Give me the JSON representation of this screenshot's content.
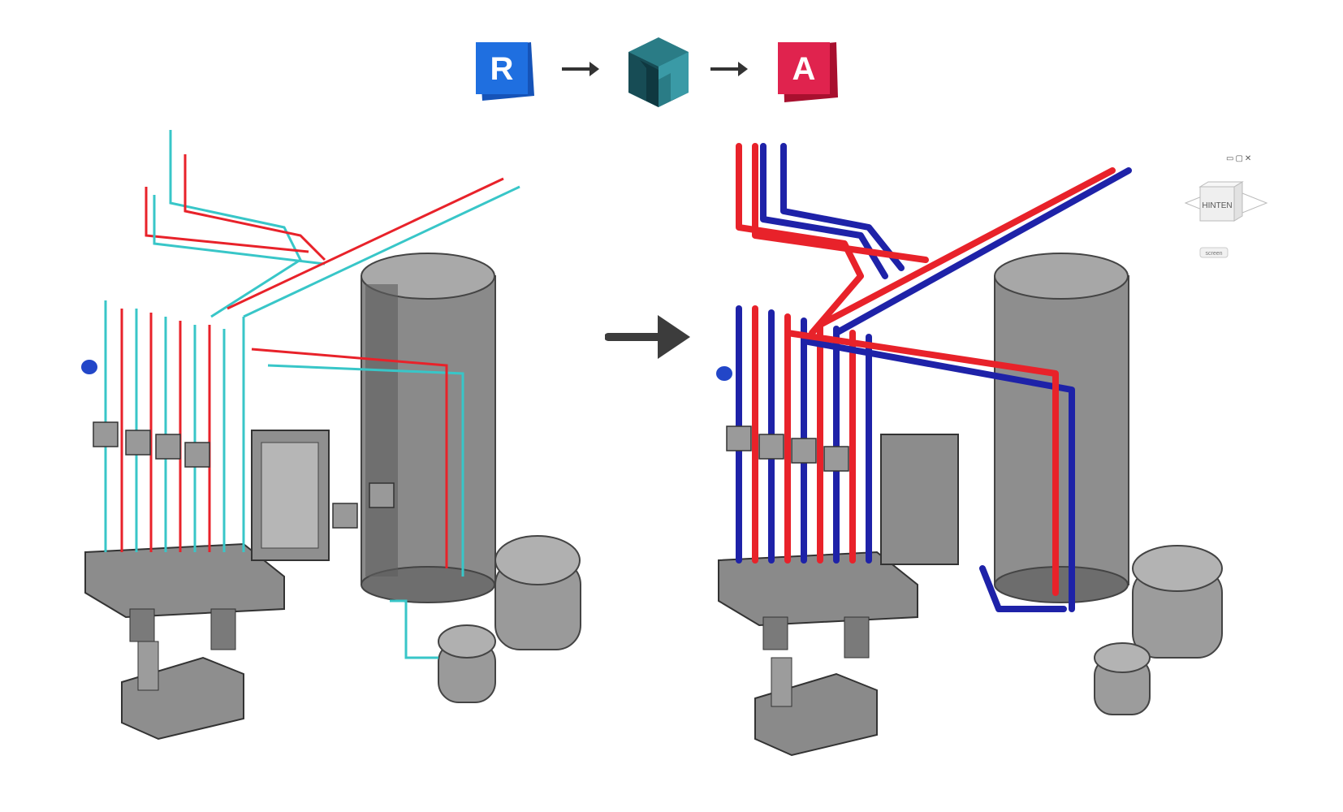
{
  "logos": {
    "revit_letter": "R",
    "autocad_letter": "A",
    "revit_color": "#1f6fe0",
    "converter_color": "#1d5a63",
    "autocad_color": "#e0234e"
  },
  "flow_arrows": [
    "→",
    "→"
  ],
  "viewcube": {
    "face": "HINTEN",
    "screen_button": "screen"
  },
  "window_controls": [
    "▭",
    "▢",
    "✕"
  ],
  "colors": {
    "supply_pipe": "#e8222a",
    "return_pipe": "#1e22a8",
    "wire_cyan": "#38c6c8",
    "equipment_gray": "#7a7a7a",
    "arrow_gray": "#3c3c3c"
  }
}
